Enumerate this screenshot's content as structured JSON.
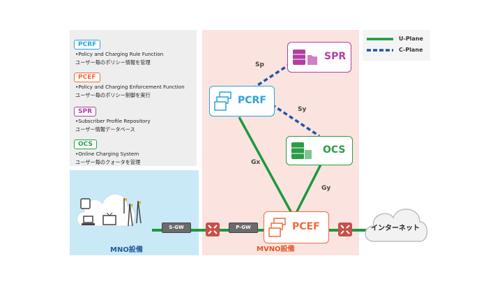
{
  "legend": {
    "items": [
      {
        "badge": "PCRF",
        "color": "#29a3db",
        "en": "•Policy and Charging Rule Function",
        "jp": "ユーザー毎のポリシー情報を管理"
      },
      {
        "badge": "PCEF",
        "color": "#f26a3a",
        "en": "•Policy and Charging Enforcement Function",
        "jp": "ユーザー毎のポリシー制御を実行"
      },
      {
        "badge": "SPR",
        "color": "#b23ea5",
        "en": "•Subscriber Profile Repository",
        "jp": "ユーザー情報データベース"
      },
      {
        "badge": "OCS",
        "color": "#2a9c48",
        "en": "•Online Charging System",
        "jp": "ユーザー毎のクォータを管理"
      }
    ]
  },
  "plane_legend": {
    "u_plane": "U-Plane",
    "c_plane": "C-Plane"
  },
  "zones": {
    "mno": "MNO設備",
    "mvno": "MVNO設備"
  },
  "nodes": {
    "pcrf": "PCRF",
    "spr": "SPR",
    "ocs": "OCS",
    "pcef": "PCEF"
  },
  "gateways": {
    "sgw": "S-GW",
    "pgw": "P-GW"
  },
  "cloud": {
    "internet": "インターネット"
  },
  "interfaces": {
    "sp": "Sp",
    "sy": "Sy",
    "gx": "Gx",
    "gy": "Gy"
  },
  "colors": {
    "u_plane": "#1a9a3c",
    "c_plane": "#1f56a8",
    "pcrf": "#29a3db",
    "pcef": "#f26a3a",
    "spr": "#b23ea5",
    "ocs": "#2a9c48"
  }
}
